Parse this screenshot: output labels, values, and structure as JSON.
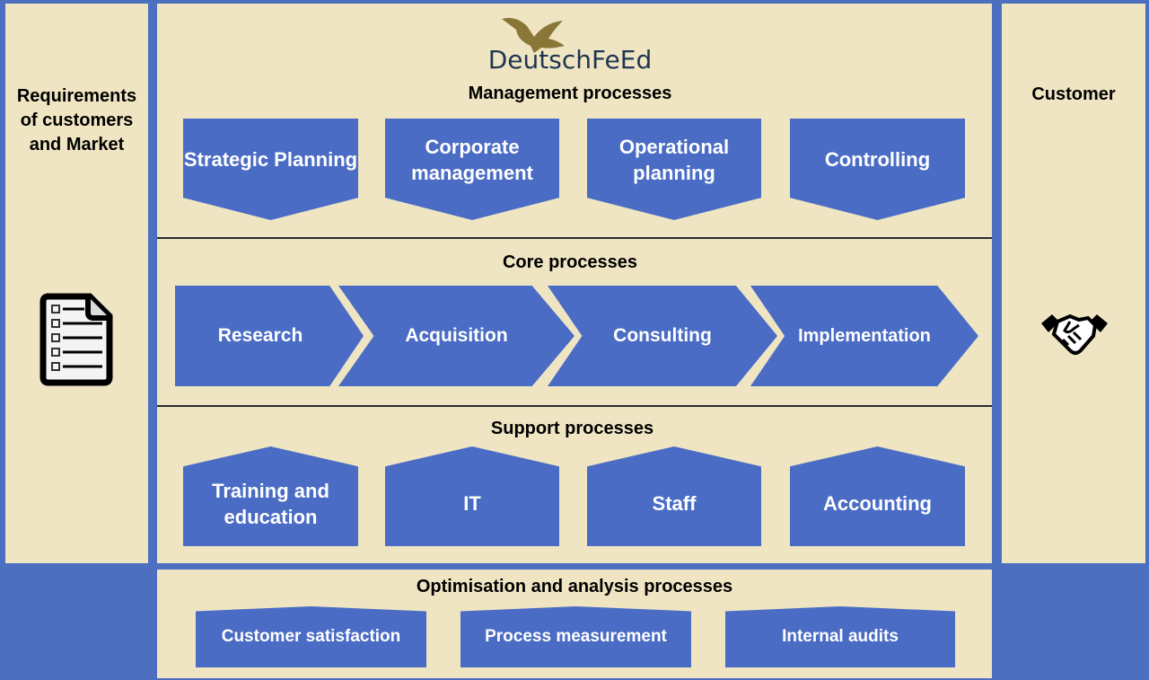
{
  "left": {
    "label": "Requirements of customers and Market",
    "icon": "checklist-icon"
  },
  "right": {
    "label": "Customer",
    "icon": "handshake-icon"
  },
  "logo": {
    "text": "DeutschFeEd"
  },
  "management": {
    "title": "Management processes",
    "items": [
      "Strategic Planning",
      "Corporate management",
      "Operational planning",
      "Controlling"
    ]
  },
  "core": {
    "title": "Core processes",
    "items": [
      "Research",
      "Acquisition",
      "Consulting",
      "Implementation"
    ]
  },
  "support": {
    "title": "Support processes",
    "items": [
      "Training and education",
      "IT",
      "Staff",
      "Accounting"
    ]
  },
  "optimisation": {
    "title": "Optimisation and analysis processes",
    "items": [
      "Customer satisfaction",
      "Process measurement",
      "Internal audits"
    ]
  },
  "colors": {
    "background": "#4d6fbf",
    "panel": "#efe5c3",
    "shape": "#4a6cc4"
  }
}
